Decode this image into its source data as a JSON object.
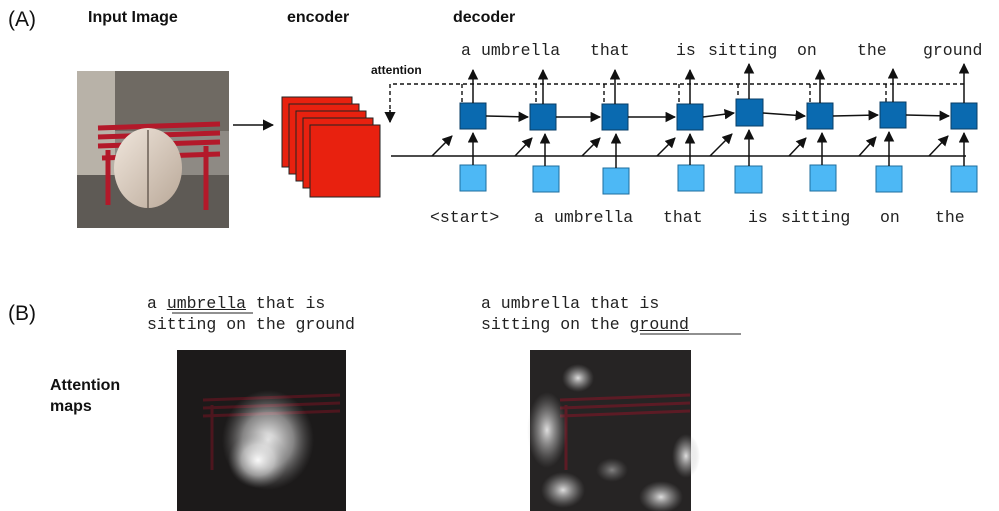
{
  "panel_a": {
    "label": "(A)",
    "input_image_title": "Input Image",
    "encoder_title": "encoder",
    "decoder_title": "decoder",
    "attention_label": "attention",
    "output_words": [
      "a",
      "umbrella",
      "that",
      "is",
      "sitting",
      "on",
      "the",
      "ground"
    ],
    "input_words": [
      "<start>",
      "a",
      "umbrella",
      "that",
      "is",
      "sitting",
      "on",
      "the"
    ]
  },
  "panel_b": {
    "label": "(B)",
    "row_label_line1": "Attention",
    "row_label_line2": "maps",
    "map1": {
      "line1_pre": "a ",
      "line1_highlight": "umbrella",
      "line1_post": " that is",
      "line2_pre": "sitting on the ground",
      "line2_highlight": ""
    },
    "map2": {
      "line1_pre": "a umbrella that is",
      "line2_pre": "sitting on the ",
      "line2_highlight": "ground"
    }
  },
  "colors": {
    "encoder_red": "#e8210f",
    "decoder_dark_blue": "#0a6ab0",
    "decoder_light_blue": "#4db8f5",
    "bench_red": "#b3192a"
  }
}
